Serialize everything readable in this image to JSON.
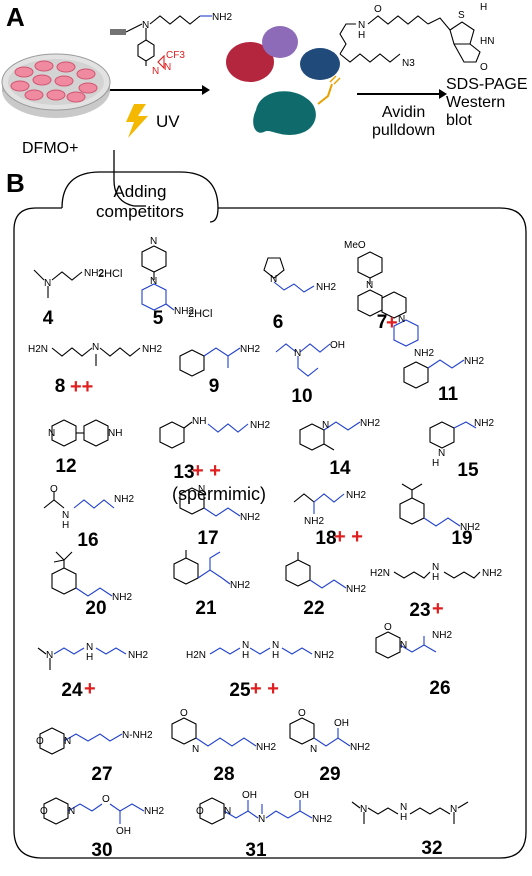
{
  "panels": {
    "a": "A",
    "b": "B"
  },
  "panel_a": {
    "dish_label": "DFMO+",
    "uv_label": "UV",
    "pulldown_label_1": "Avidin",
    "pulldown_label_2": "pulldown",
    "readout_1": "SDS-PAGE",
    "readout_2": "Western blot",
    "probe_labels": {
      "cf3": "CF3",
      "n1": "N",
      "n2": "N",
      "nh2": "NH2",
      "n_amine": "N"
    },
    "biotin_labels": {
      "o": "O",
      "nh": "N",
      "h": "H",
      "s": "S",
      "n3": "N3",
      "hn": "HN",
      "o2": "O",
      "h2": "H"
    },
    "colors": {
      "protein_red": "#b3263e",
      "protein_purple": "#8e6bb8",
      "protein_navy": "#1f4a7a",
      "protein_teal": "#0f6b6b",
      "uv_yellow": "#f5b800",
      "alkyne_orange": "#e8a000"
    }
  },
  "competitor_callout": {
    "line1": "Adding",
    "line2": "competitors"
  },
  "compounds": [
    {
      "number": "4",
      "marks": "",
      "note": "2HCl"
    },
    {
      "number": "5",
      "marks": "",
      "note": "2HCl"
    },
    {
      "number": "6",
      "marks": "",
      "note": ""
    },
    {
      "number": "7",
      "marks": "+",
      "note": ""
    },
    {
      "number": "8",
      "marks": "++",
      "note": ""
    },
    {
      "number": "9",
      "marks": "",
      "note": ""
    },
    {
      "number": "10",
      "marks": "",
      "note": ""
    },
    {
      "number": "11",
      "marks": "",
      "note": ""
    },
    {
      "number": "12",
      "marks": "",
      "note": ""
    },
    {
      "number": "13",
      "marks": "+ +",
      "note": "(spermimic)"
    },
    {
      "number": "14",
      "marks": "",
      "note": ""
    },
    {
      "number": "15",
      "marks": "",
      "note": ""
    },
    {
      "number": "16",
      "marks": "",
      "note": ""
    },
    {
      "number": "17",
      "marks": "",
      "note": ""
    },
    {
      "number": "18",
      "marks": "+ +",
      "note": ""
    },
    {
      "number": "19",
      "marks": "",
      "note": ""
    },
    {
      "number": "20",
      "marks": "",
      "note": ""
    },
    {
      "number": "21",
      "marks": "",
      "note": ""
    },
    {
      "number": "22",
      "marks": "",
      "note": ""
    },
    {
      "number": "23",
      "marks": "+",
      "note": ""
    },
    {
      "number": "24",
      "marks": "+",
      "note": ""
    },
    {
      "number": "25",
      "marks": "+ +",
      "note": ""
    },
    {
      "number": "26",
      "marks": "",
      "note": ""
    },
    {
      "number": "27",
      "marks": "",
      "note": ""
    },
    {
      "number": "28",
      "marks": "",
      "note": ""
    },
    {
      "number": "29",
      "marks": "",
      "note": ""
    },
    {
      "number": "30",
      "marks": "",
      "note": ""
    },
    {
      "number": "31",
      "marks": "",
      "note": ""
    },
    {
      "number": "32",
      "marks": "",
      "note": ""
    }
  ],
  "atoms": {
    "nh2": "NH2",
    "nh": "NH",
    "n": "N",
    "h": "H",
    "oh": "OH",
    "o": "O",
    "meo": "MeO",
    "hn": "HN",
    "h2n": "H2N",
    "nhnh2": "N-NH2"
  },
  "molecule_colors": {
    "core": "#000000",
    "linker": "#1f3fcf",
    "marks": "#e02020"
  }
}
